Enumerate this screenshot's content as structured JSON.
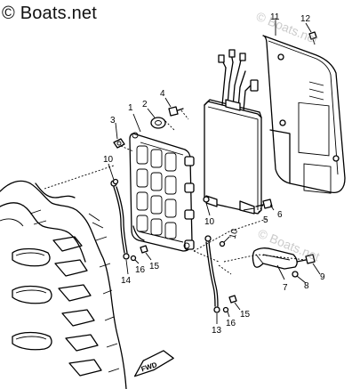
{
  "watermark": {
    "main": "© Boats.net",
    "ghost_1": "© Boats.net",
    "ghost_2": "© Boats.net"
  },
  "callouts": [
    "1",
    "2",
    "3",
    "4",
    "5",
    "6",
    "7",
    "8",
    "9",
    "10",
    "10",
    "10",
    "11",
    "12",
    "13",
    "14",
    "15",
    "15",
    "16",
    "16"
  ],
  "fwd_label": "FWD"
}
